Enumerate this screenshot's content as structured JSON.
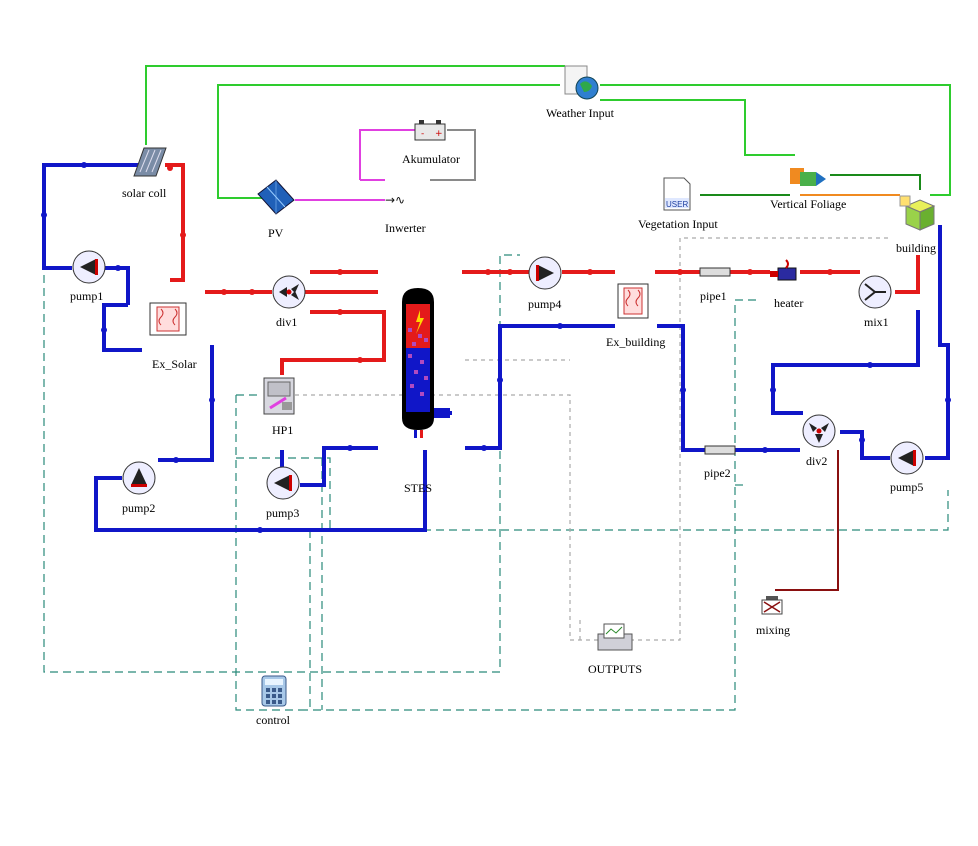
{
  "components": {
    "solar_coll": "solar coll",
    "weather_input": "Weather Input",
    "akumulator": "Akumulator",
    "pv": "PV",
    "inwerter": "Inwerter",
    "vegetation_input": "Vegetation Input",
    "vertical_foliage": "Vertical Foliage",
    "building": "building",
    "pump1": "pump1",
    "ex_solar": "Ex_Solar",
    "div1": "div1",
    "pump4": "pump4",
    "ex_building": "Ex_building",
    "pipe1": "pipe1",
    "heater": "heater",
    "mix1": "mix1",
    "hp1": "HP1",
    "stes": "STES",
    "pump2": "pump2",
    "pump3": "pump3",
    "pipe2": "pipe2",
    "div2": "div2",
    "pump5": "pump5",
    "mixing": "mixing",
    "outputs": "OUTPUTS",
    "control": "control",
    "user_badge": "USER"
  },
  "colors": {
    "hot_water": "#e41a1a",
    "cold_water": "#1016c8",
    "weather_link": "#2ecc2e",
    "vegetation_link": "#1a8a1a",
    "foliage_link": "#f08a20",
    "electric_link": "#e040e0",
    "battery_link": "#8a8a8a",
    "control_link": "#2a8a7a",
    "output_link": "#aaaaaa",
    "mixing_link": "#8a1010"
  },
  "icons": {
    "solar_coll": "solar-collector-icon",
    "weather_input": "weather-globe-icon",
    "akumulator": "battery-icon",
    "pv": "pv-panel-icon",
    "inwerter": "inverter-icon",
    "vegetation_input": "user-file-icon",
    "vertical_foliage": "foliage-icon",
    "building": "building-cube-icon",
    "pump": "pump-icon",
    "ex_solar": "heat-exchanger-icon",
    "div": "diverter-icon",
    "pipe": "pipe-icon",
    "heater": "heater-icon",
    "mix": "mixer-icon",
    "hp1": "heat-pump-icon",
    "stes": "storage-tank-icon",
    "mixing": "mixing-valve-icon",
    "outputs": "printer-plotter-icon",
    "control": "calculator-icon"
  }
}
